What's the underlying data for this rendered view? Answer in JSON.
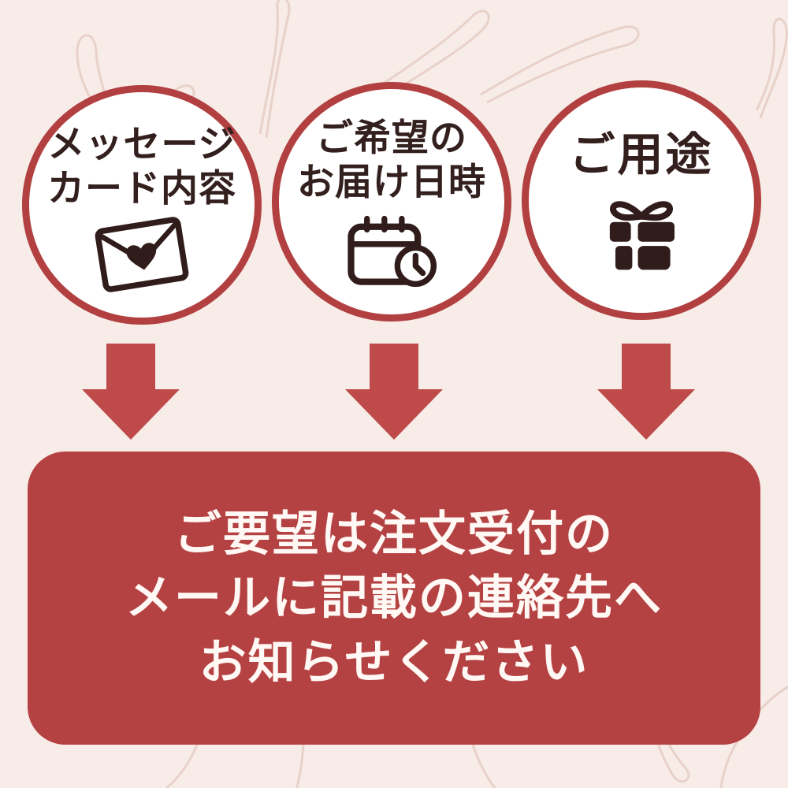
{
  "page": {
    "background_color": "#F7ECE8",
    "circle_border_color": "#B24040",
    "arrow_color": "#BF4A4A",
    "notice_box_color": "#B54242",
    "circle_text_color": "#33201E",
    "notice_text_color": "#FFF8F4",
    "icon_color": "#301C1A",
    "deco_line_color": "#E6CDC3"
  },
  "steps": [
    {
      "id": "message-card",
      "lines": [
        "メッセージ",
        "カード内容"
      ],
      "icon": "envelope-heart-icon"
    },
    {
      "id": "delivery-datetime",
      "lines": [
        "ご希望の",
        "お届け日時"
      ],
      "icon": "calendar-clock-icon"
    },
    {
      "id": "purpose",
      "lines": [
        "ご用途"
      ],
      "icon": "gift-icon"
    }
  ],
  "notice": {
    "lines": [
      "ご要望は注文受付の",
      "メールに記載の連絡先へ",
      "お知らせください"
    ]
  }
}
